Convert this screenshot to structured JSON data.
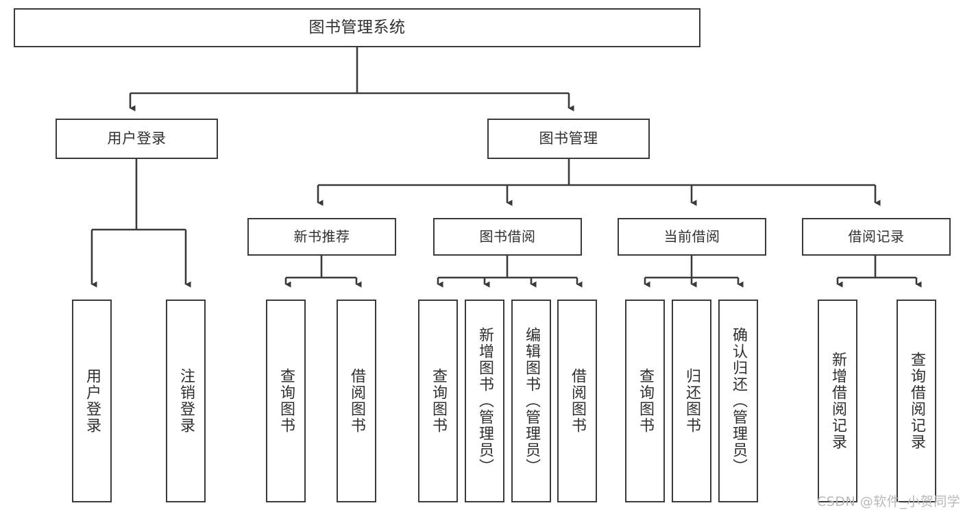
{
  "diagram": {
    "title": "图书管理系统",
    "type": "tree-structure-chart",
    "theme": {
      "background": "#ffffff",
      "box_border": "#3a3a3a",
      "text": "#2f2f2f",
      "connector": "#3a3a3a",
      "watermark": "#b8b8b8"
    },
    "root": {
      "label": "图书管理系统"
    },
    "level2": [
      {
        "label": "用户登录"
      },
      {
        "label": "图书管理"
      }
    ],
    "level3": [
      {
        "label": "新书推荐"
      },
      {
        "label": "图书借阅"
      },
      {
        "label": "当前借阅"
      },
      {
        "label": "借阅记录"
      }
    ],
    "leaves": {
      "user_login": [
        {
          "label": "用户登录"
        },
        {
          "label": "注销登录"
        }
      ],
      "new_book_recommend": [
        {
          "label": "查询图书"
        },
        {
          "label": "借阅图书"
        }
      ],
      "book_borrow": [
        {
          "label": "查询图书"
        },
        {
          "label": "新增图书（管理员）"
        },
        {
          "label": "编辑图书（管理员）"
        },
        {
          "label": "借阅图书"
        }
      ],
      "current_borrow": [
        {
          "label": "查询图书"
        },
        {
          "label": "归还图书"
        },
        {
          "label": "确认归还（管理员）"
        }
      ],
      "borrow_records": [
        {
          "label": "新增借阅记录"
        },
        {
          "label": "查询借阅记录"
        }
      ]
    },
    "watermark": "CSDN @软件_小贺同学"
  }
}
